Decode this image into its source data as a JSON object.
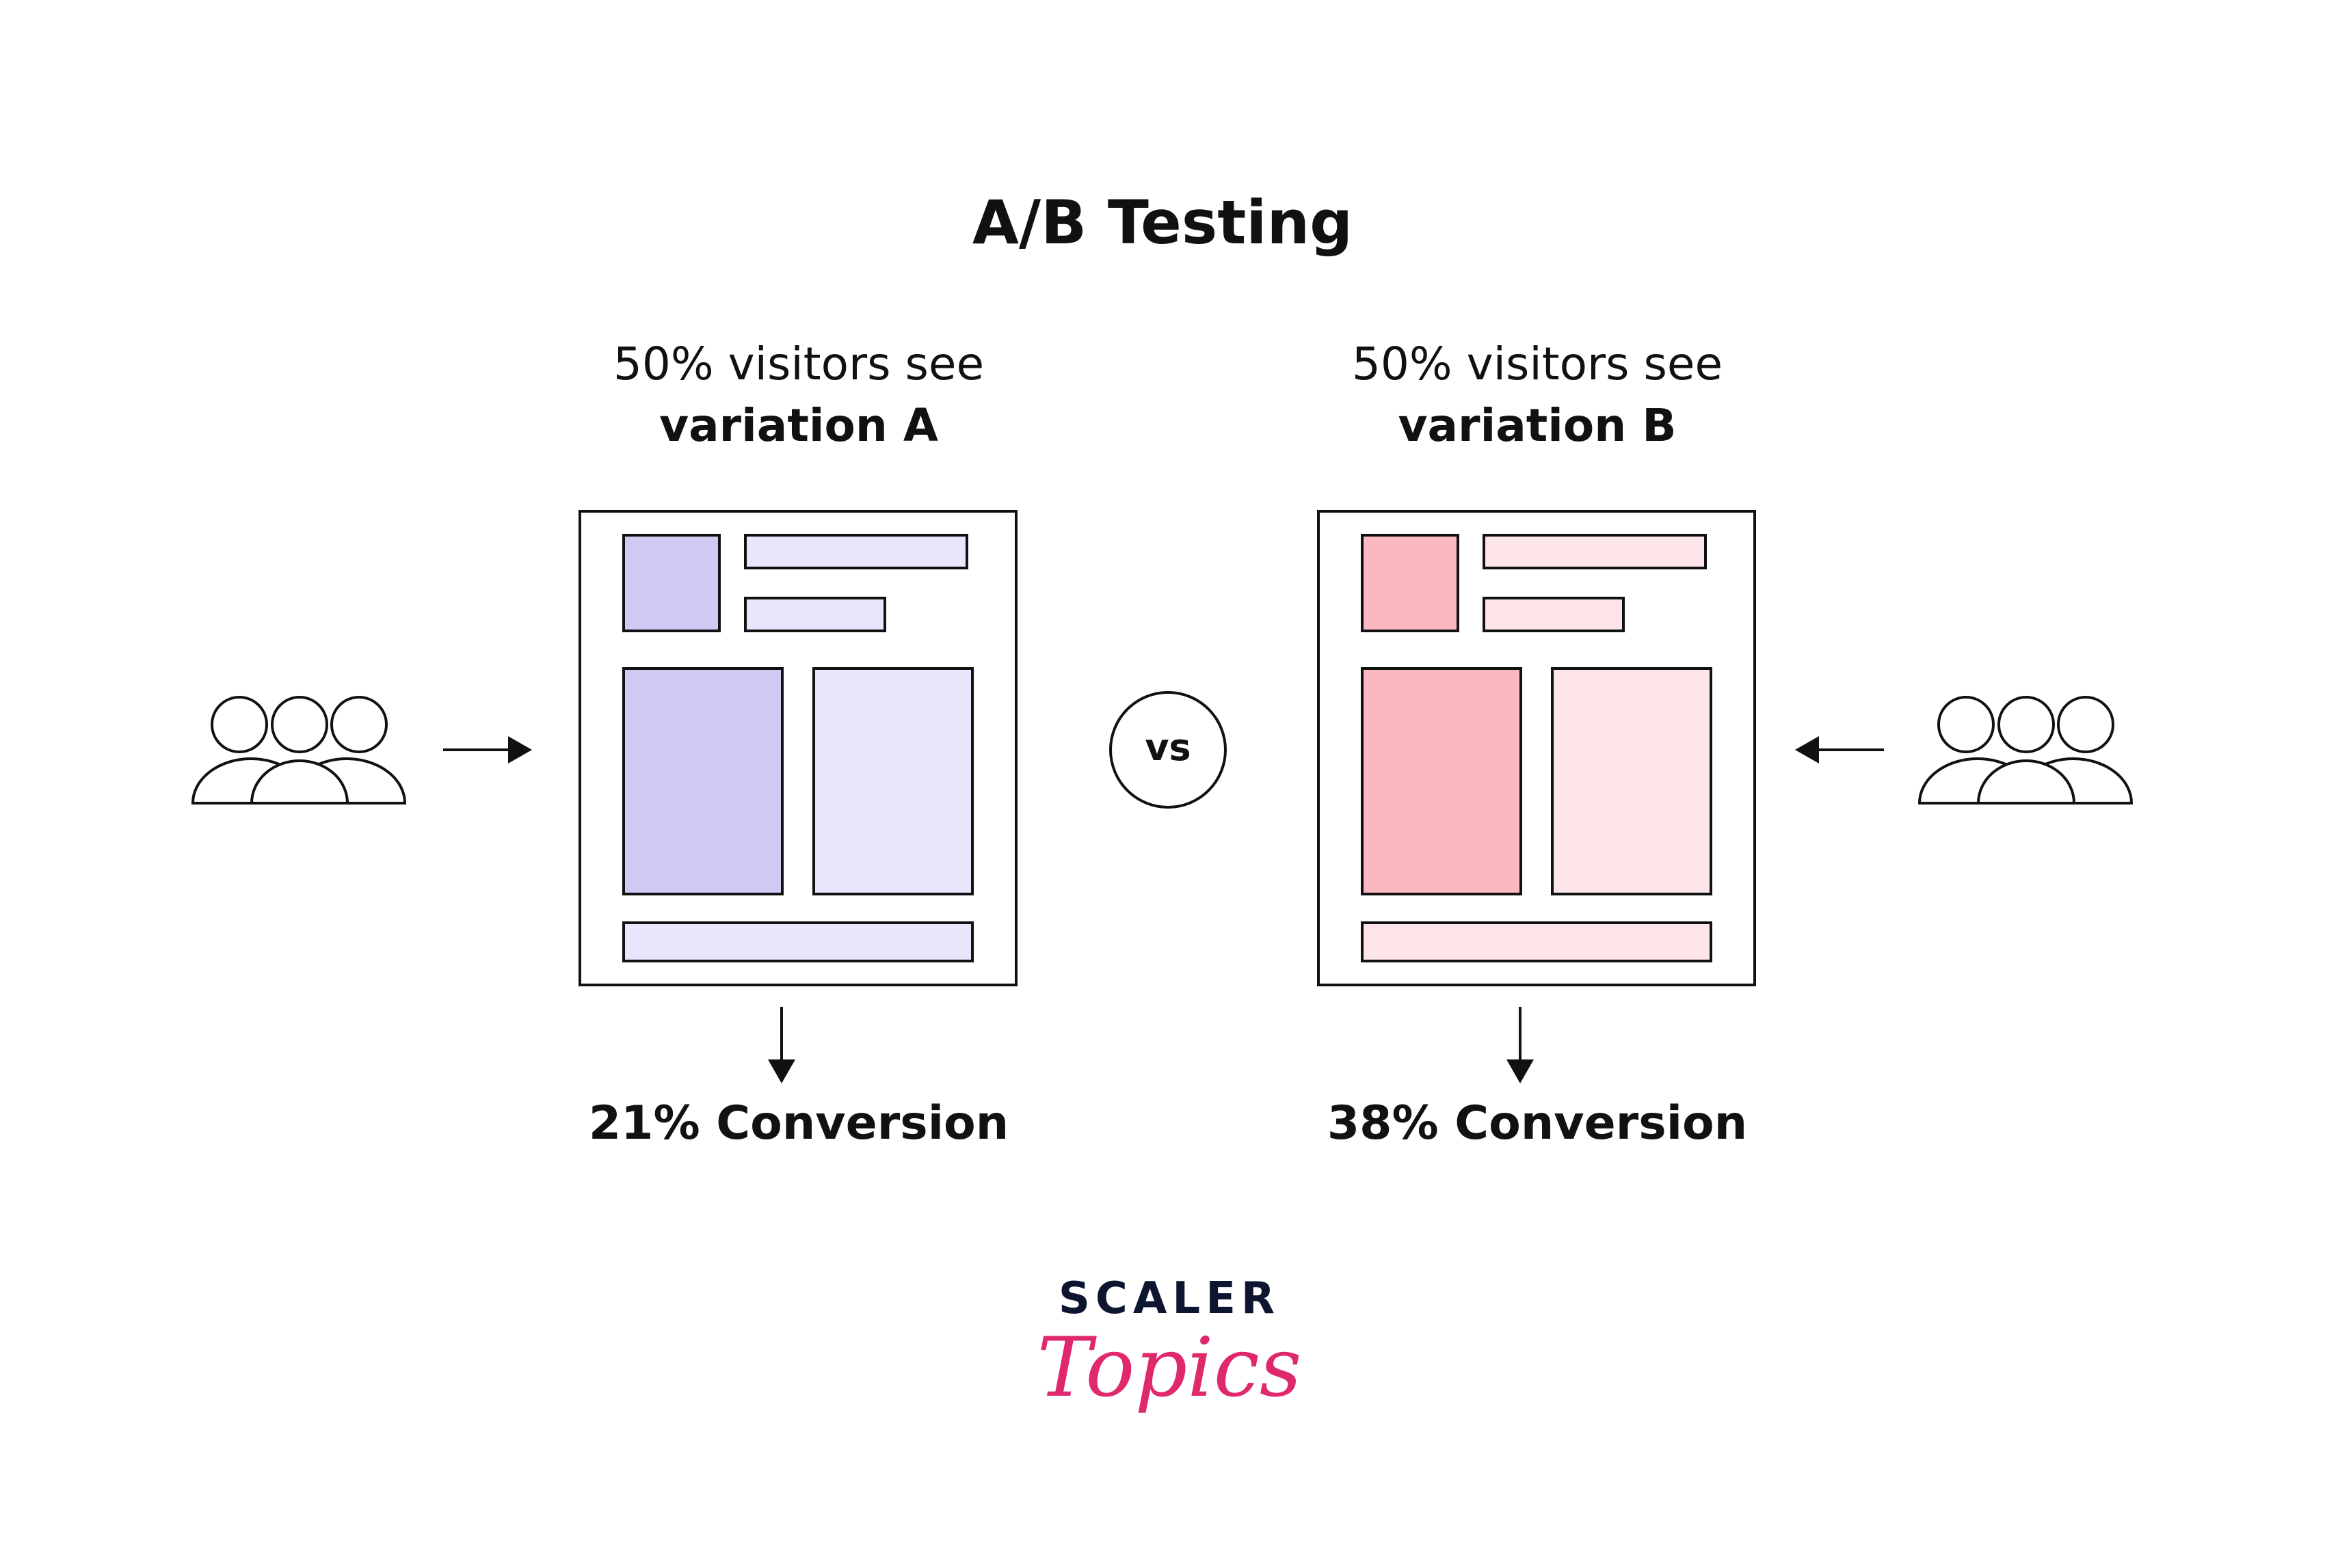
{
  "title": "A/B Testing",
  "variation_a": {
    "caption_line1": "50% visitors see",
    "caption_line2": "variation A",
    "conversion_label": "21% Conversion",
    "color_dark": "#cfc9f3",
    "color_light": "#e8e6fc"
  },
  "variation_b": {
    "caption_line1": "50% visitors see",
    "caption_line2": "variation B",
    "conversion_label": "38% Conversion",
    "color_dark": "#fbb8c1",
    "color_light": "#fde4e8"
  },
  "vs_label": "vs",
  "icons": {
    "visitors_left": "users-group-icon",
    "visitors_right": "users-group-icon",
    "arrow_left_to_a": "arrow-right-icon",
    "arrow_right_to_b": "arrow-left-icon",
    "arrow_a_down": "arrow-down-icon",
    "arrow_b_down": "arrow-down-icon"
  },
  "logo": {
    "line1": "SCALER",
    "line2": "Topics",
    "color_line1": "#0d1530",
    "color_line2": "#e0286d"
  },
  "stroke_color": "#111111"
}
